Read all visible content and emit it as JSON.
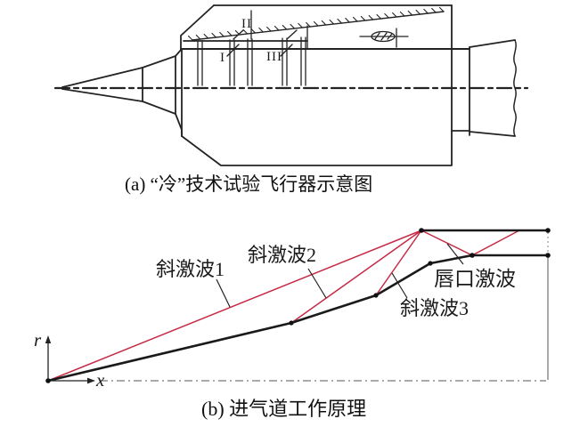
{
  "figure_a": {
    "caption": "(a) “冷”技术试验飞行器示意图",
    "station_labels": [
      {
        "id": "station-1",
        "text": "I"
      },
      {
        "id": "station-2",
        "text": "II"
      },
      {
        "id": "station-3",
        "text": "III"
      }
    ]
  },
  "figure_b": {
    "caption": "(b) 进气道工作原理",
    "shock_labels": {
      "shock1": "斜激波1",
      "shock2": "斜激波2",
      "shock3": "斜激波3",
      "lip": "唇口激波"
    },
    "axes": {
      "vertical": "r",
      "horizontal": "x"
    },
    "colors": {
      "shock_red": "#c62b45",
      "geometry_black": "#1a1a1a"
    }
  }
}
